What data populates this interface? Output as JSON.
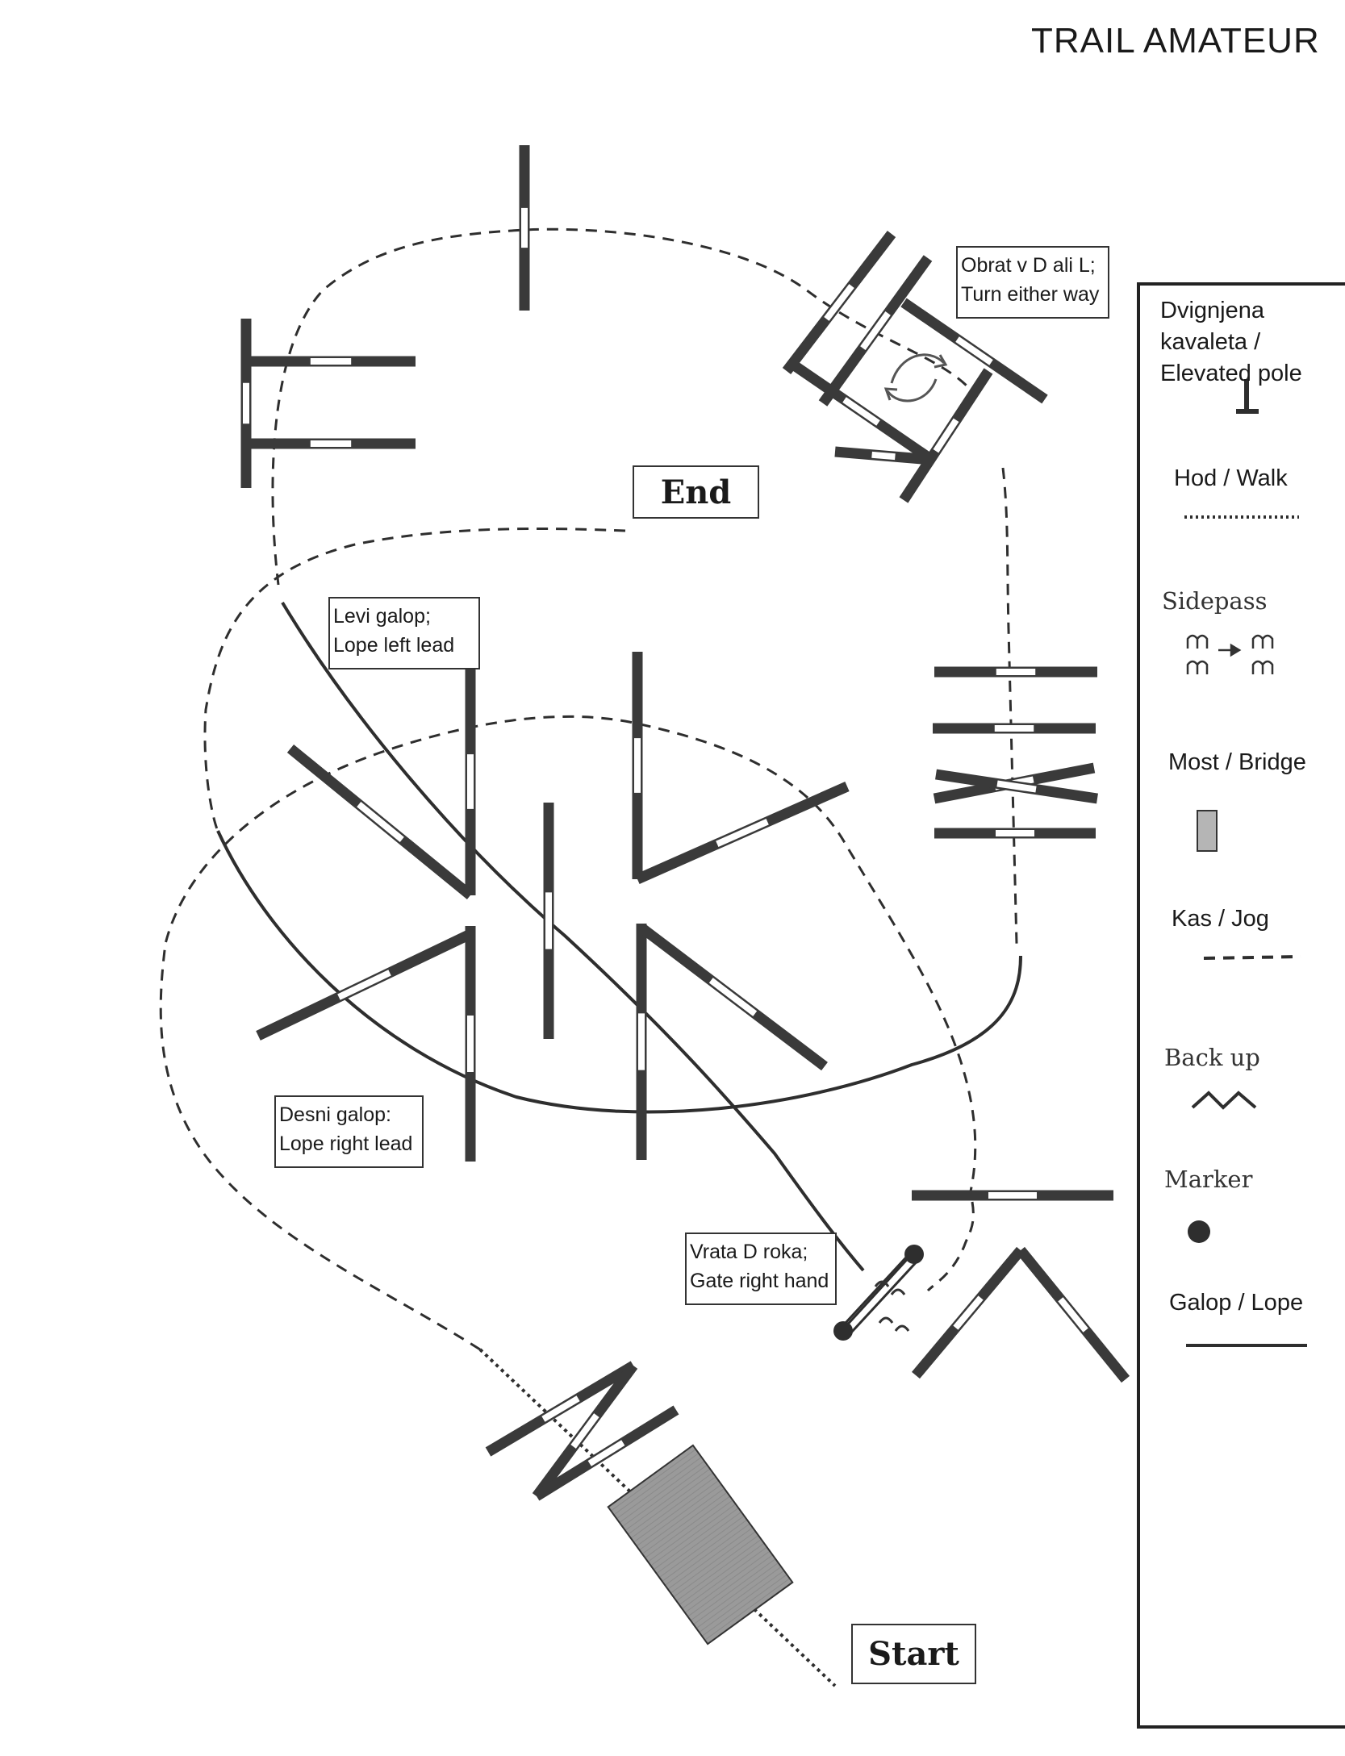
{
  "title": "TRAIL AMATEUR",
  "labels": {
    "end": "End",
    "start": "Start",
    "turn": [
      "Obrat v D ali L;",
      "Turn either way"
    ],
    "left_lead": [
      "Levi galop;",
      "Lope left lead"
    ],
    "right_lead": [
      "Desni galop:",
      "Lope right lead"
    ],
    "gate": [
      "Vrata D roka;",
      "Gate right hand"
    ]
  },
  "legend": {
    "elevated": [
      "Dvignjena",
      "kavaleta /",
      "Elevated pole"
    ],
    "walk": "Hod / Walk",
    "sidepass": "Sidepass",
    "bridge": "Most / Bridge",
    "jog": "Kas / Jog",
    "backup": "Back up",
    "marker": "Marker",
    "lope": "Galop / Lope"
  },
  "colors": {
    "pole": "#3a3a3a",
    "line": "#2e2e2e",
    "bridge": "#999999"
  }
}
